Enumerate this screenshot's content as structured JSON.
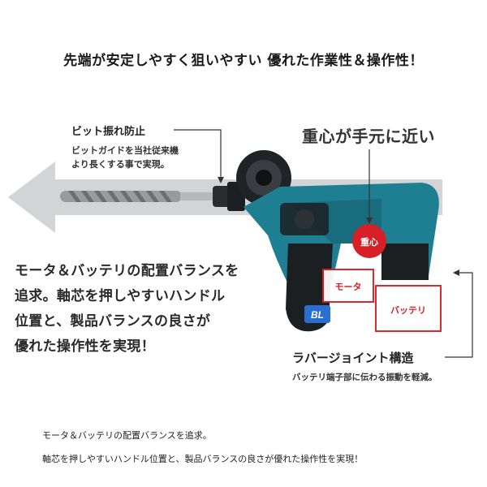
{
  "headline": "先端が安定しやすく狙いやすい 優れた作業性＆操作性！",
  "bit_callout": {
    "title": "ビット振れ防止",
    "line1": "ビットガイドを当社従来機",
    "line2": "より長くする事で実現。"
  },
  "center_of_gravity": {
    "title": "重心が手元に近い",
    "badge": "重心"
  },
  "balance_text": [
    "モータ＆バッテリの配置バランスを",
    "追求。軸芯を押しやすいハンドル",
    "位置と、製品バランスの良さが",
    "優れた操作性を実現！"
  ],
  "labels": {
    "motor": "モータ",
    "battery": "バッテリ",
    "bl_mark": "BL"
  },
  "rubber_joint": {
    "title": "ラバージョイント構造",
    "sub": "バッテリ端子部に伝わる振動を軽減。"
  },
  "footer": {
    "line1": "モータ＆バッテリの配置バランスを追求。",
    "line2": "軸芯を押しやすいハンドル位置と、製品バランスの良さが優れた操作性を実現！"
  },
  "colors": {
    "tool_teal": "#1e7f93",
    "tool_dark": "#1c1f22",
    "accent_red": "#d61f26",
    "arrow_gray": "#d3d4d6"
  }
}
